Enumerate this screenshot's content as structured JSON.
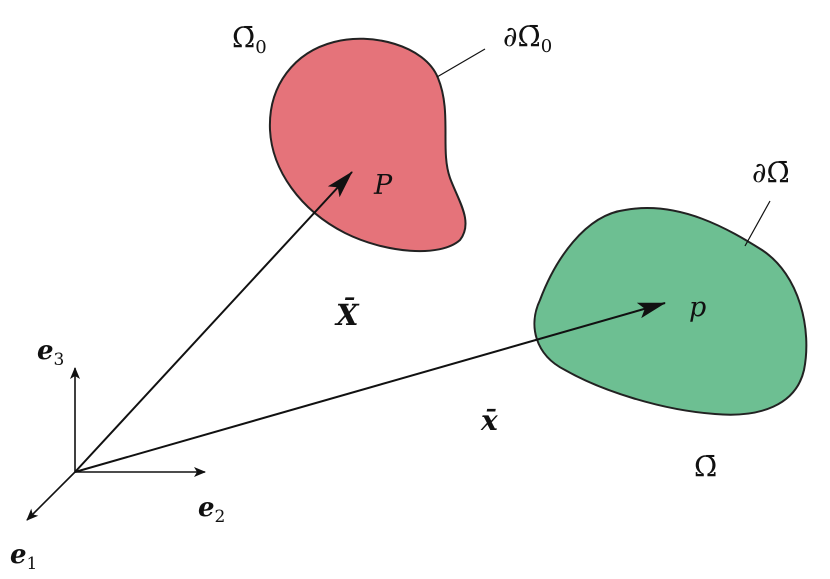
{
  "diagram": {
    "reference_body": {
      "label": "Ω̄",
      "label_subscript": "0",
      "boundary_label": "∂Ω̄",
      "boundary_label_subscript": "0",
      "point_label": "P",
      "fill_color": "#e5737a",
      "stroke_color": "#222222"
    },
    "current_body": {
      "label": "Ω̄",
      "boundary_label": "∂Ω̄",
      "point_label": "p",
      "fill_color": "#6dbf92",
      "stroke_color": "#222222"
    },
    "vectors": {
      "reference_position": "X̄",
      "current_position": "x̄"
    },
    "basis": {
      "e1": {
        "symbol": "e",
        "subscript": "1"
      },
      "e2": {
        "symbol": "e",
        "subscript": "2"
      },
      "e3": {
        "symbol": "e",
        "subscript": "3"
      }
    },
    "line_color": "#111111"
  }
}
